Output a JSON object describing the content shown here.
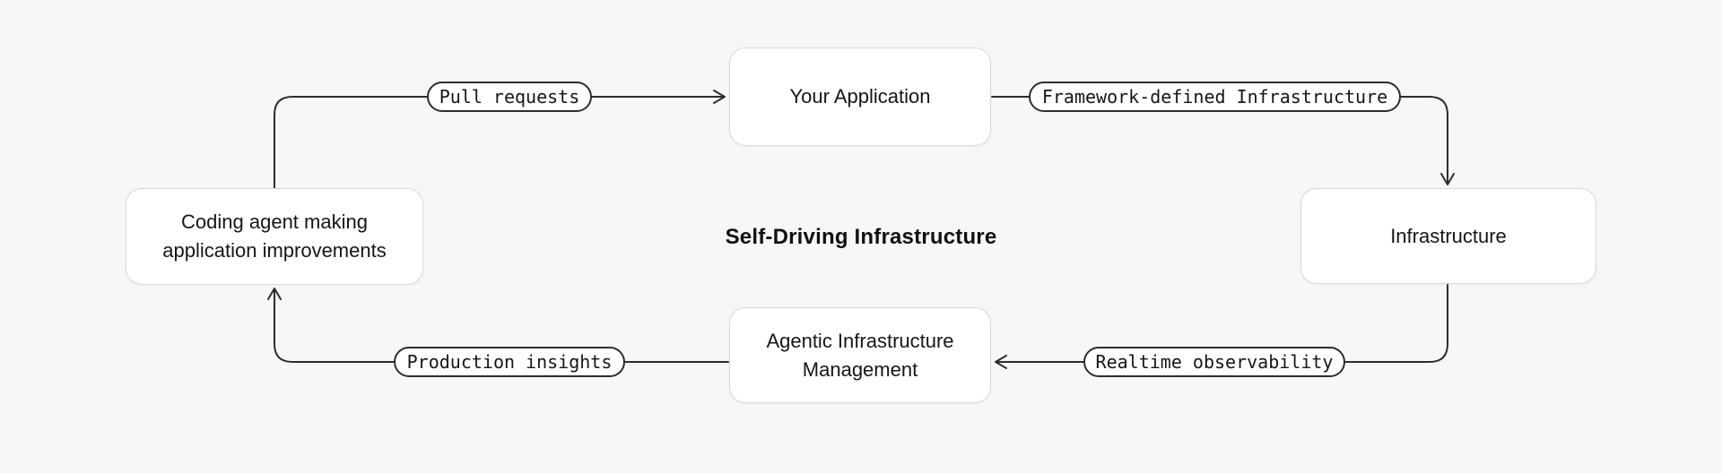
{
  "diagram": {
    "title": "Self-Driving Infrastructure",
    "nodes": {
      "coding_agent": {
        "label": "Coding agent making application improvements"
      },
      "your_application": {
        "label": "Your Application"
      },
      "infrastructure": {
        "label": "Infrastructure"
      },
      "agentic_management": {
        "label": "Agentic Infrastructure Management"
      }
    },
    "edge_labels": {
      "pull_requests": "Pull requests",
      "framework_defined": "Framework-defined Infrastructure",
      "realtime_observability": "Realtime observability",
      "production_insights": "Production insights"
    },
    "flow": [
      "coding_agent -> your_application (Pull requests)",
      "your_application -> infrastructure (Framework-defined Infrastructure)",
      "infrastructure -> agentic_management (Realtime observability)",
      "agentic_management -> coding_agent (Production insights)"
    ],
    "colors": {
      "background": "#f7f7f6",
      "node_fill": "#ffffff",
      "node_border": "#d9d9d8",
      "line": "#2d2d2d",
      "text": "#161616"
    }
  }
}
